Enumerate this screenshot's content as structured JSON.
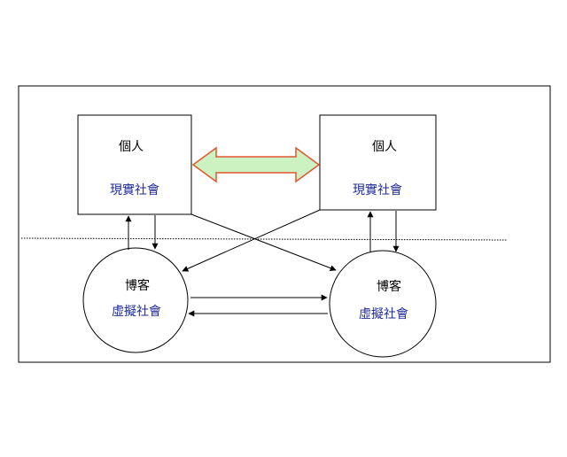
{
  "colors": {
    "line": "#000000",
    "label_person": "#000000",
    "label_society": "#1f2b9a",
    "double_arrow_fill": "#ccf2c2",
    "double_arrow_stroke": "#e0572f"
  },
  "left_node": {
    "person_label": "個人",
    "real_society_label": "現實社會",
    "blogger_label": "博客",
    "virtual_society_label": "虛擬社會"
  },
  "right_node": {
    "person_label": "個人",
    "real_society_label": "現實社會",
    "blogger_label": "博客",
    "virtual_society_label": "虛擬社會"
  }
}
